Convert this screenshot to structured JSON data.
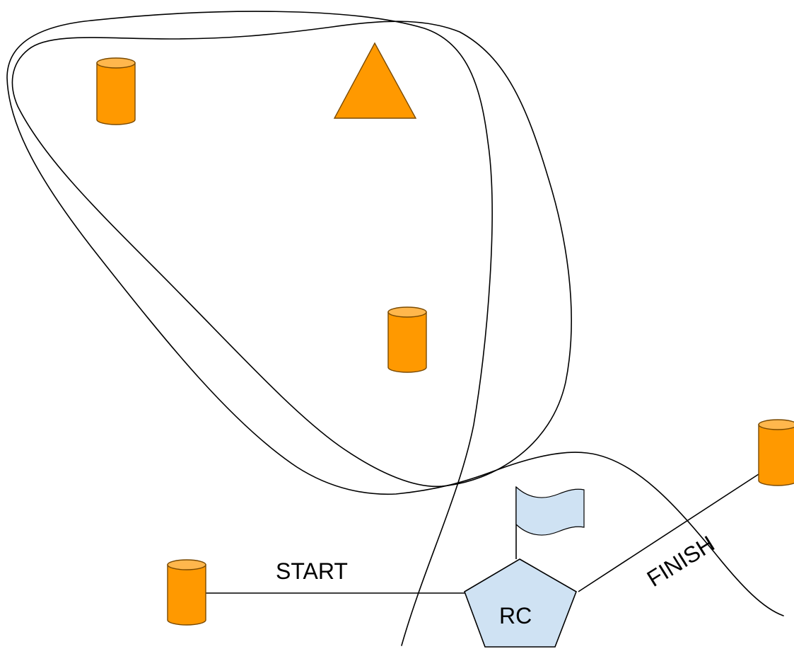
{
  "labels": {
    "start": "START",
    "finish": "FINISH",
    "rc": "RC"
  },
  "colors": {
    "mark_fill": "#ff9900",
    "mark_top": "#ffb74d",
    "mark_stroke": "#7a4a00",
    "committee_fill": "#cfe2f3",
    "committee_stroke": "#000000",
    "flag_fill": "#cfe2f3",
    "line_color": "#000000"
  },
  "icons": {
    "mark_shape": "cylinder-buoy-icon",
    "turning_mark_shape": "triangle-buoy-icon",
    "committee_boat_shape": "pentagon-boat-icon",
    "flag_shape": "flag-icon"
  }
}
